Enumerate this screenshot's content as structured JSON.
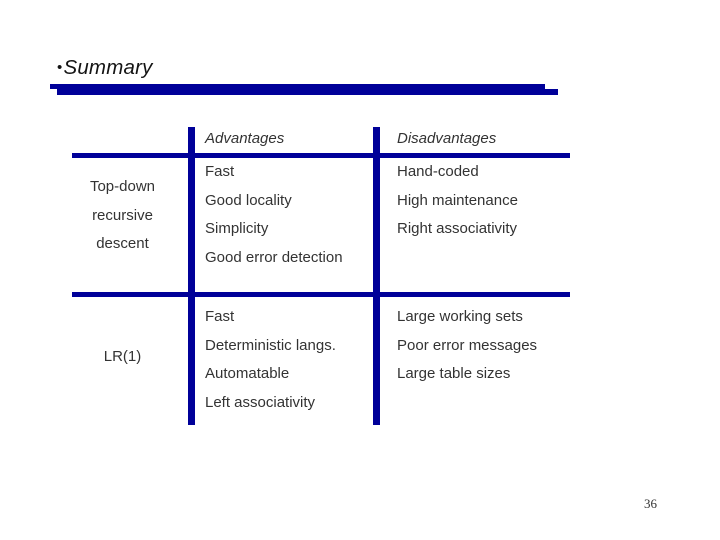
{
  "slide": {
    "bullet": "•",
    "title": "Summary",
    "page_number": "36",
    "accent_color": "#000099",
    "background_color": "#ffffff",
    "text_color": "#333333"
  },
  "table": {
    "headers": {
      "advantages": "Advantages",
      "disadvantages": "Disadvantages"
    },
    "rows": [
      {
        "label_lines": [
          "Top-down",
          "recursive",
          "descent"
        ],
        "advantages": [
          "Fast",
          "Good locality",
          "Simplicity",
          "Good error detection"
        ],
        "disadvantages": [
          "Hand-coded",
          "High maintenance",
          "Right associativity"
        ]
      },
      {
        "label_lines": [
          "LR(1)"
        ],
        "advantages": [
          "Fast",
          "Deterministic langs.",
          "Automatable",
          "Left associativity"
        ],
        "disadvantages": [
          "Large working sets",
          "Poor error messages",
          "Large table sizes"
        ]
      }
    ]
  }
}
